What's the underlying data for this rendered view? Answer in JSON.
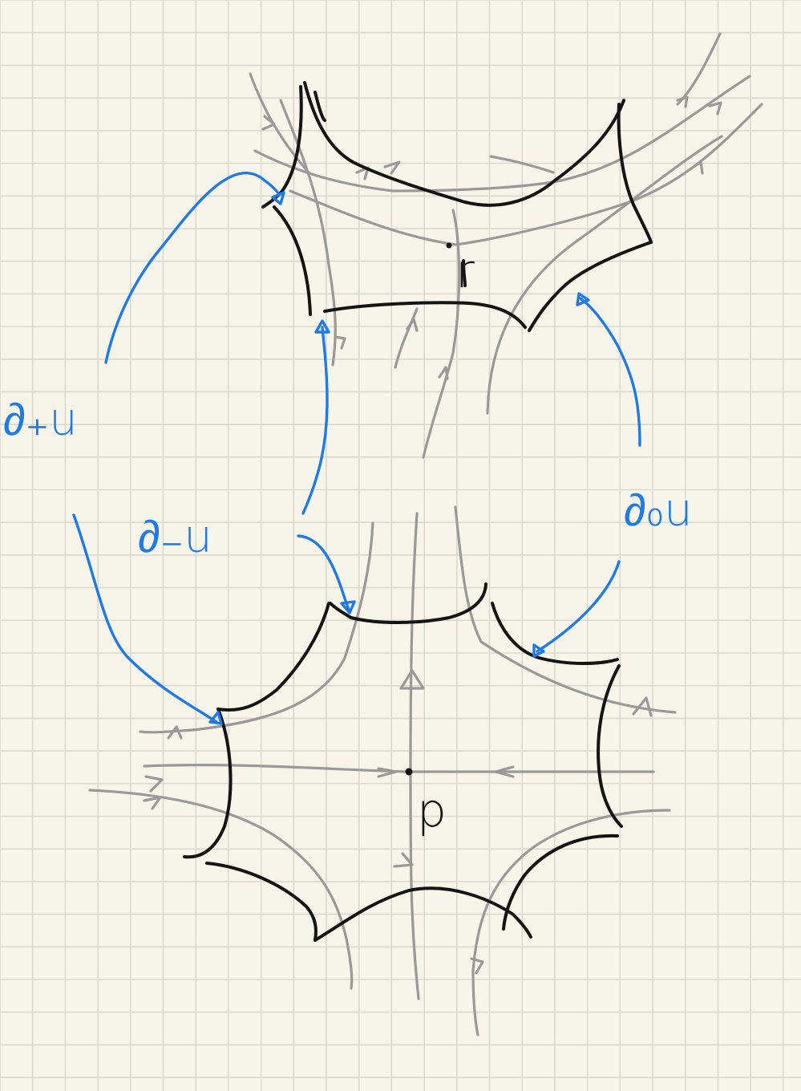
{
  "labels": {
    "d_plus_u": "∂₊u",
    "d_minus_u": "∂₋u",
    "d_zero_u": "∂₀u",
    "r": "r",
    "p": "p"
  },
  "colors": {
    "paper": "#f7f5ea",
    "grid": "#dad9cf",
    "ink": "#141414",
    "flow_lines": "#999999",
    "annotation": "#1f7ae6"
  }
}
